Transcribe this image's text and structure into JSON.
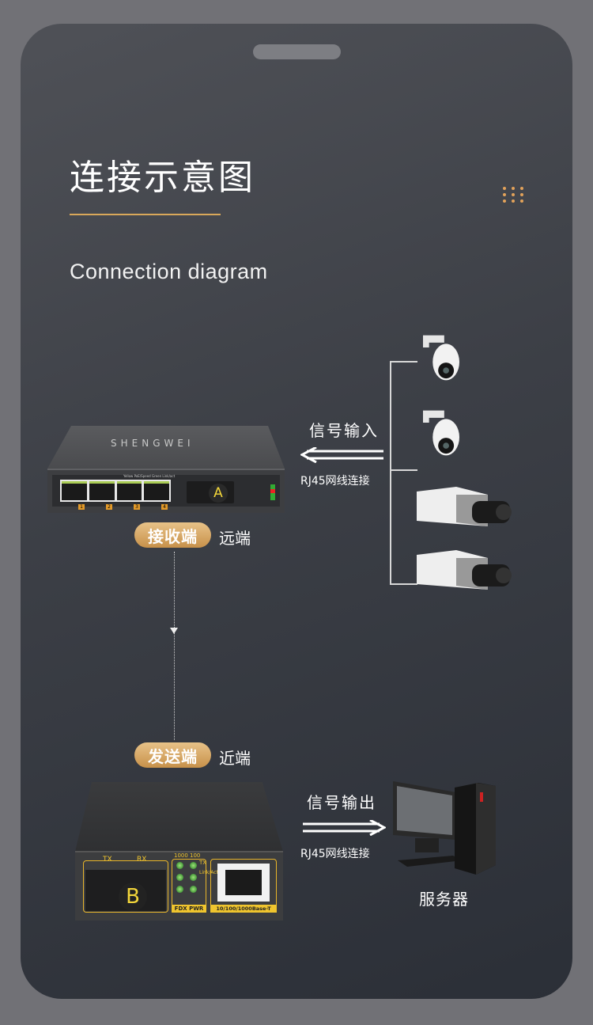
{
  "header": {
    "title": "连接示意图",
    "subtitle": "Connection diagram"
  },
  "receiver": {
    "badge": "接收端",
    "position_label": "远端",
    "brand": "SHENGWEI",
    "port_numbers": [
      "1",
      "2",
      "3",
      "4"
    ],
    "led_legend": "Yellow PoE/Speed   Green Link/act",
    "fiber_marker": "A"
  },
  "input_link": {
    "label": "信号输入",
    "cable": "RJ45网线连接",
    "direction": "left"
  },
  "cameras": [
    {
      "type": "dome-camera"
    },
    {
      "type": "dome-camera"
    },
    {
      "type": "box-camera"
    },
    {
      "type": "box-camera"
    }
  ],
  "sender": {
    "badge": "发送端",
    "position_label": "近端",
    "fiber_marker": "B",
    "tx_label": "TX",
    "rx_label": "RX",
    "speed_labels": [
      "1000",
      "100"
    ],
    "led_side_labels": [
      "TX",
      "Link/Act"
    ],
    "led_bottom_label": "FDX PWR",
    "rj45_label": "10/100/1000Base-T"
  },
  "output_link": {
    "label": "信号输出",
    "cable": "RJ45网线连接",
    "direction": "right"
  },
  "server": {
    "label": "服务器"
  },
  "colors": {
    "accent": "#d9a85a",
    "badge": "#d7a45e",
    "marker": "#f3d63a"
  }
}
